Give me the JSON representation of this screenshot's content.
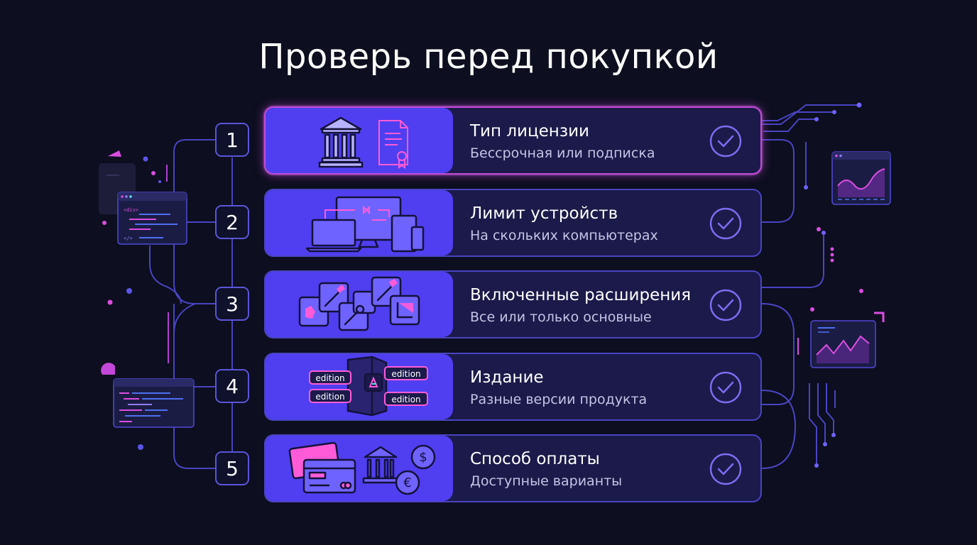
{
  "title": "Проверь перед покупкой",
  "steps": [
    {
      "number": "1",
      "heading": "Тип лицензии",
      "subtitle": "Бессрочная или подписка",
      "icon": "bank-and-certificate-icon",
      "highlighted": true
    },
    {
      "number": "2",
      "heading": "Лимит устройств",
      "subtitle": "На скольких компьютерах",
      "icon": "devices-icon",
      "highlighted": false
    },
    {
      "number": "3",
      "heading": "Включенные расширения",
      "subtitle": "Все или только основные",
      "icon": "plugins-icon",
      "highlighted": false
    },
    {
      "number": "4",
      "heading": "Издание",
      "subtitle": "Разные версии продукта",
      "icon": "editions-box-icon",
      "highlighted": false
    },
    {
      "number": "5",
      "heading": "Способ оплаты",
      "subtitle": "Доступные варианты",
      "icon": "payment-methods-icon",
      "highlighted": false
    }
  ],
  "edition_tags": [
    "edition",
    "edition",
    "edition",
    "edition"
  ],
  "code_tag_open": "<div>",
  "code_tag_close": "</>",
  "colors": {
    "background": "#0d0e1f",
    "card": "#1b1a4a",
    "card_art": "#4f3ff0",
    "border": "#4a44c2",
    "accent_pink": "#d94ee0",
    "check": "#8f7cf5"
  }
}
